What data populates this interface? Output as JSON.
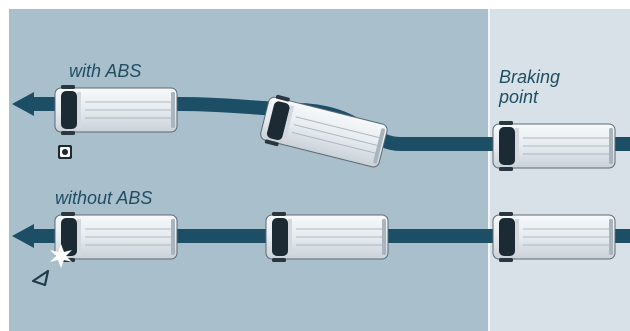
{
  "labels": {
    "with_abs": "with ABS",
    "without_abs": "without ABS",
    "braking_point": "Braking\npoint"
  },
  "colors": {
    "panel": "#a9bfcc",
    "braking_zone": "#d8e1e8",
    "track": "#1c4f66",
    "label_text": "#1f4e63",
    "van_body": "#eef1f4",
    "van_glass": "#1c2a33"
  },
  "icons": [
    "abs-warning-icon",
    "collision-flash-icon",
    "warning-triangle-icon"
  ]
}
